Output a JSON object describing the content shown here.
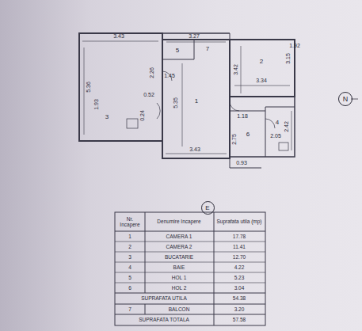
{
  "diagram": {
    "nodes": [
      {
        "text": [
          "N"
        ]
      },
      {
        "text": [
          "E"
        ]
      }
    ],
    "labels": [
      "3.43",
      "3.27",
      "5.36",
      "5.35",
      "2.26",
      "1.45",
      "0.52",
      "1.93",
      "0.24",
      "3.43",
      "3.34",
      "3.42",
      "3.15",
      "1.18",
      "2.42",
      "2.05",
      "0.93",
      "2.75",
      "1.92",
      "1",
      "2",
      "3",
      "4",
      "5",
      "6",
      "7",
      "Nr. Incapere",
      "Denumire Incapere",
      "Suprafata utila (mp)",
      "1",
      "CAMERA 1",
      "17.78",
      "2",
      "CAMERA 2",
      "11.41",
      "3",
      "BUCATARIE",
      "12.70",
      "4",
      "BAIE",
      "4.22",
      "5",
      "HOL 1",
      "5.23",
      "6",
      "HOL 2",
      "3.04",
      "SUPRAFATA UTILA",
      "54.38",
      "7",
      "BALCON",
      "3.20",
      "SUPRAFATA TOTALA",
      "57.58"
    ]
  }
}
